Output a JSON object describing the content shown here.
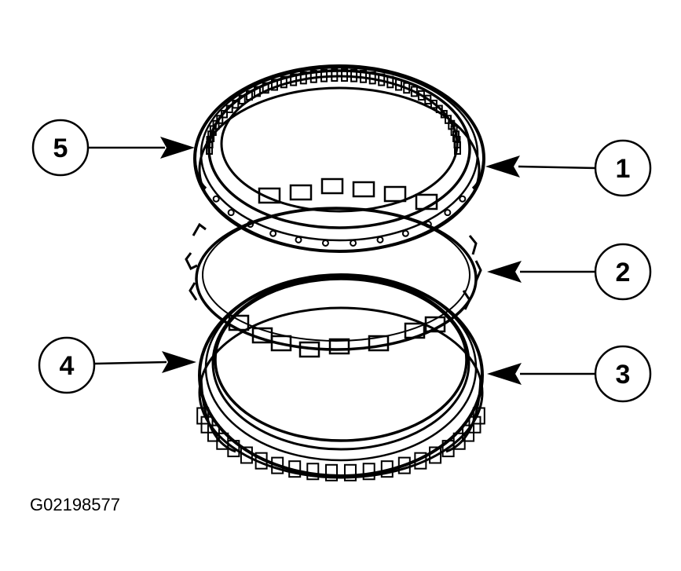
{
  "diagram": {
    "callouts": [
      {
        "id": "5",
        "label": "5"
      },
      {
        "id": "1",
        "label": "1"
      },
      {
        "id": "2",
        "label": "2"
      },
      {
        "id": "4",
        "label": "4"
      },
      {
        "id": "3",
        "label": "3"
      }
    ],
    "reference_code": "G02198577",
    "colors": {
      "ink": "#000000",
      "paper": "#ffffff"
    }
  }
}
